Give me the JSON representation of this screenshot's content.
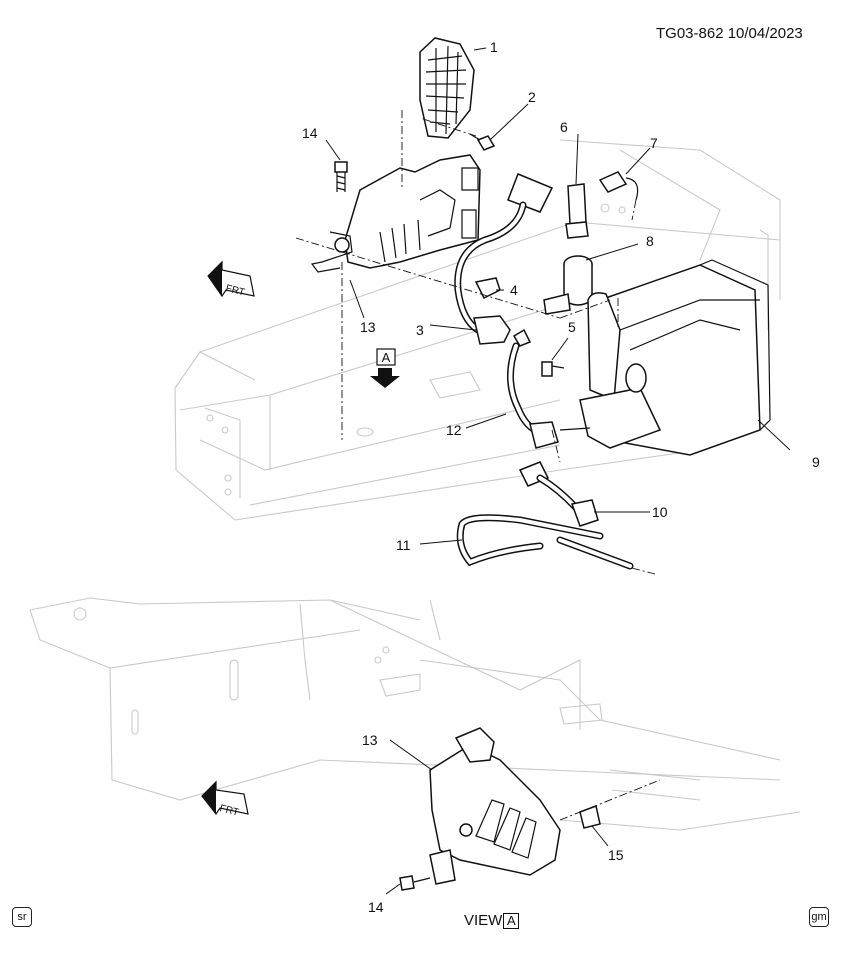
{
  "header": {
    "reference": "TG03-862  10/04/2023"
  },
  "view_marker": {
    "letter": "A"
  },
  "frt_label": "FRT",
  "callouts": [
    "1",
    "2",
    "3",
    "4",
    "5",
    "6",
    "7",
    "8",
    "9",
    "10",
    "11",
    "12",
    "13",
    "14",
    "15"
  ],
  "lower_callouts": {
    "bracket": "13",
    "bolt": "14",
    "clip": "15"
  },
  "footer": {
    "left_badge": "sr",
    "view_text": "VIEW",
    "view_letter": "A",
    "right_badge": "gm"
  }
}
